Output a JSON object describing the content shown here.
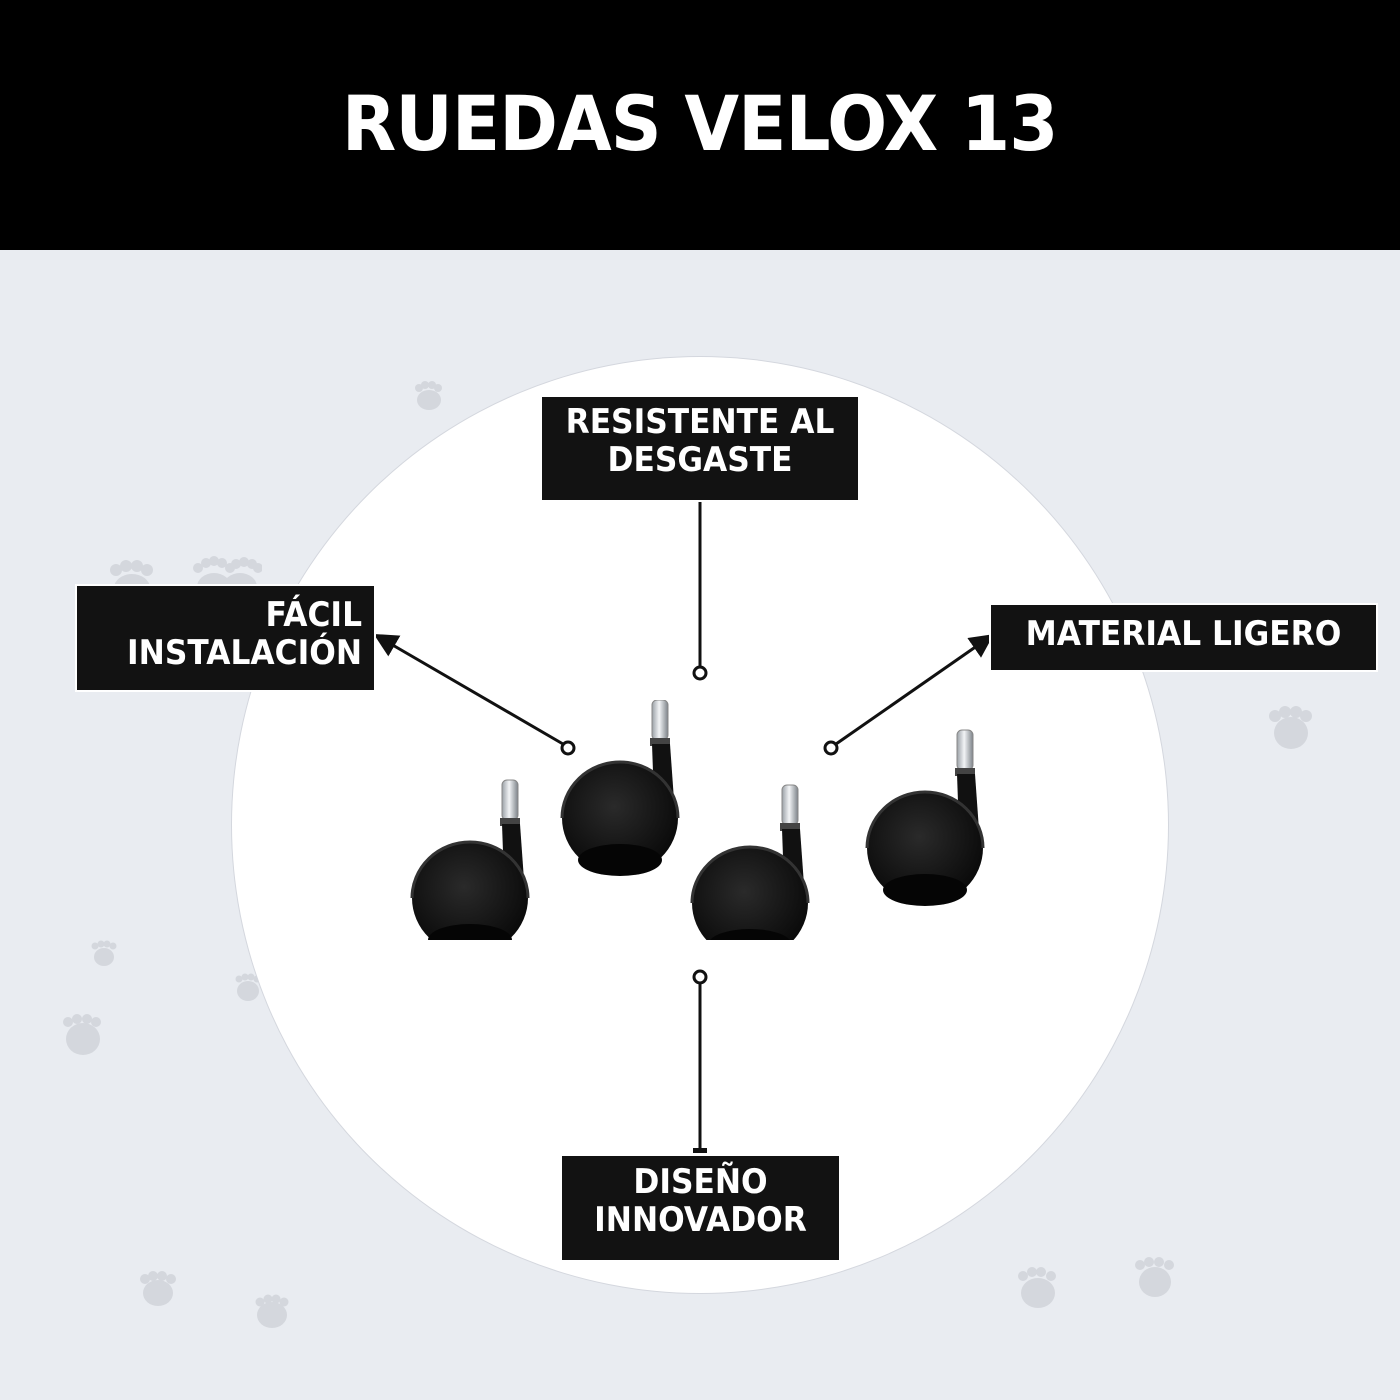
{
  "header": {
    "title": "RUEDAS VELOX 13",
    "background": "#000000",
    "text_color": "#ffffff"
  },
  "colors": {
    "page_background": "#e9ecf1",
    "circle_background": "#ffffff",
    "label_background": "#121212",
    "label_text": "#ffffff",
    "paw_color": "#d4d7dd",
    "connector_color": "#111111"
  },
  "callouts": {
    "top": {
      "lines": [
        "RESISTENTE AL",
        "DESGASTE"
      ]
    },
    "left": {
      "lines": [
        "FÁCIL",
        "INSTALACIÓN"
      ]
    },
    "right": {
      "lines": [
        "MATERIAL LIGERO"
      ]
    },
    "bottom": {
      "lines": [
        "DISEÑO",
        "INNOVADOR"
      ]
    }
  },
  "product": {
    "image_alt": "Four black swivel caster wheels with chrome stems",
    "caster_count": 4
  },
  "icons": {
    "paw": "paw-print-icon",
    "connector_end": "circle-marker-icon",
    "arrow": "arrowhead-icon"
  }
}
